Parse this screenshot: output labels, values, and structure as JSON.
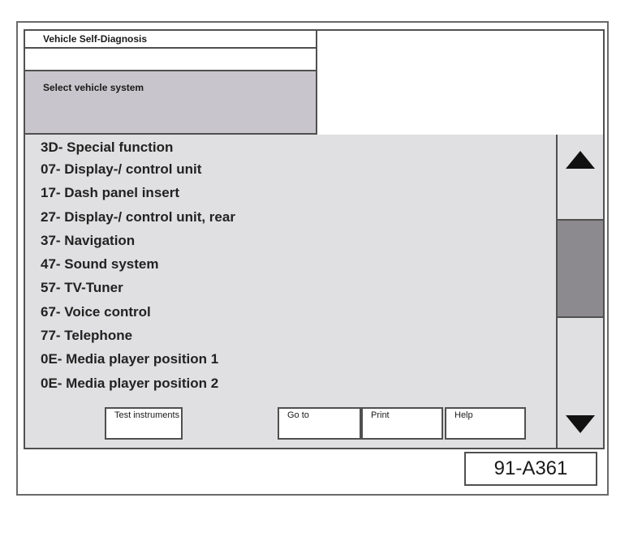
{
  "header": {
    "title": "Vehicle Self-Diagnosis",
    "prompt": "Select vehicle system"
  },
  "systems": [
    "3D- Special function",
    "07- Display-/ control unit",
    "17- Dash panel insert",
    "27- Display-/ control unit, rear",
    "37- Navigation",
    "47- Sound system",
    "57- TV-Tuner",
    "67- Voice control",
    "77- Telephone",
    "0E- Media player position 1",
    "0E- Media player position 2"
  ],
  "buttons": {
    "test_instruments": "Test instruments",
    "go_to": "Go to",
    "print": "Print",
    "help": "Help"
  },
  "figure_label": "91-A361",
  "colors": {
    "list_background": "#e0e0e2",
    "prompt_background": "#c8c6cc",
    "scroll_thumb": "#8c8a8e"
  },
  "icons": {
    "scroll_up": "triangle-up-icon",
    "scroll_down": "triangle-down-icon"
  }
}
